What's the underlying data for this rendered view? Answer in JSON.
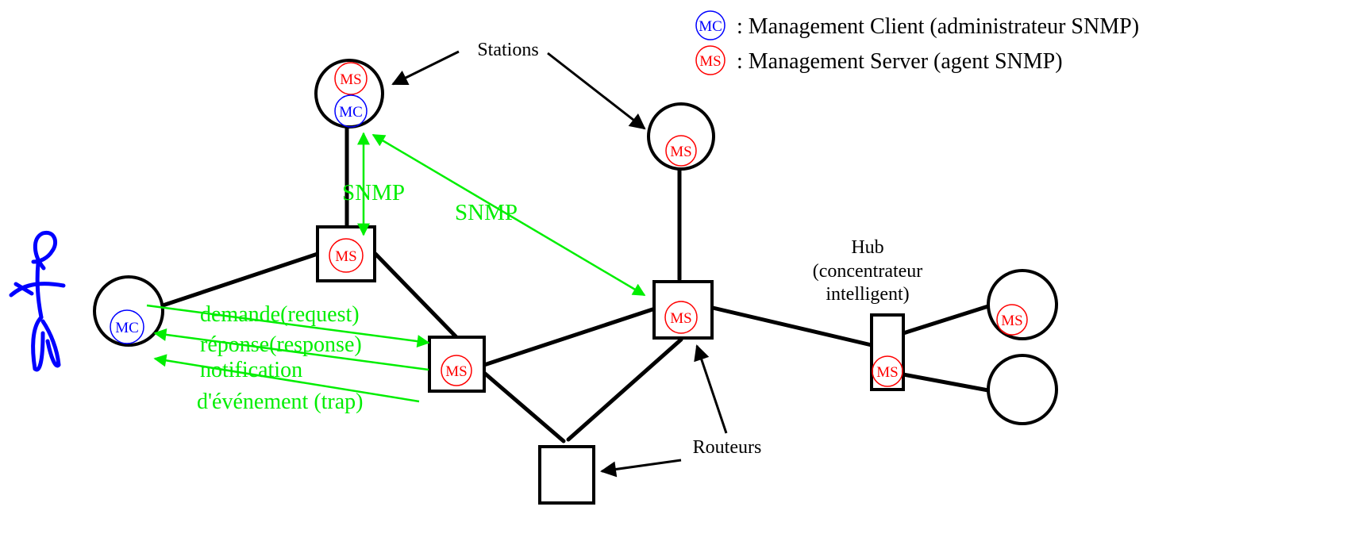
{
  "colors": {
    "agent": "#ff0000",
    "client": "#0000ff",
    "snmp_traffic": "#00ee00",
    "equipment": "#000000"
  },
  "legend": {
    "mc_badge": "MC",
    "mc_description": ": Management Client (administrateur SNMP)",
    "ms_badge": "MS",
    "ms_description": ": Management Server (agent SNMP)"
  },
  "labels": {
    "stations": "Stations",
    "routers": "Routeurs",
    "hub_line1": "Hub",
    "hub_line2": "(concentrateur",
    "hub_line3": "intelligent)",
    "snmp_vertical": "SNMP",
    "snmp_diagonal": "SNMP"
  },
  "messages": {
    "request": "demande(request)",
    "response": "réponse(response)",
    "trap_line1": "notification",
    "trap_line2": "d'événement (trap)"
  },
  "badges": {
    "ms": "MS",
    "mc": "MC"
  }
}
